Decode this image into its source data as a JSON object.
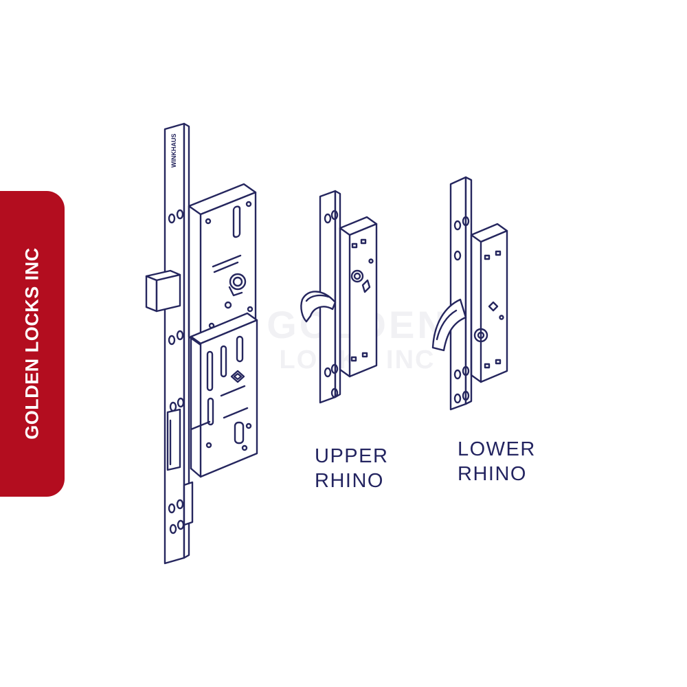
{
  "brand": {
    "name": "GOLDEN LOCKS INC",
    "color": "#b30d1f"
  },
  "watermark": {
    "line1": "GOLDEN",
    "line2": "LOCKS INC"
  },
  "components": {
    "main_lock": {
      "icon": "multipoint-lock-gearbox-icon",
      "faceplate_text": "WINKHAUS"
    },
    "upper_rhino": {
      "icon": "upper-rhino-hook-lock-icon",
      "label_line1": "UPPER",
      "label_line2": "RHINO"
    },
    "lower_rhino": {
      "icon": "lower-rhino-hook-lock-icon",
      "label_line1": "LOWER",
      "label_line2": "RHINO"
    }
  },
  "colors": {
    "line": "#25265e",
    "label": "#232460",
    "background": "#ffffff"
  }
}
